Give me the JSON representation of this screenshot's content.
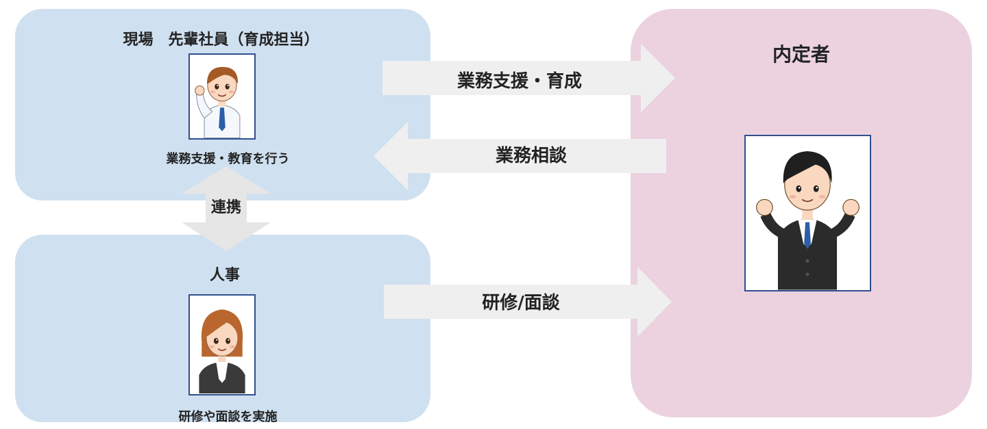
{
  "senior": {
    "title": "現場　先輩社員（育成担当）",
    "caption": "業務支援・教育を行う"
  },
  "hr": {
    "title": "人事",
    "caption": "研修や面談を実施"
  },
  "newhire": {
    "title": "内定者"
  },
  "arrows": {
    "support": "業務支援・育成",
    "consult": "業務相談",
    "training": "研修/面談",
    "cooperation": "連携"
  },
  "colors": {
    "blue_box": "#cfe0f0",
    "pink_box": "#ebd2de",
    "arrow": "#efefef",
    "portrait_border": "#2f4f8f"
  }
}
